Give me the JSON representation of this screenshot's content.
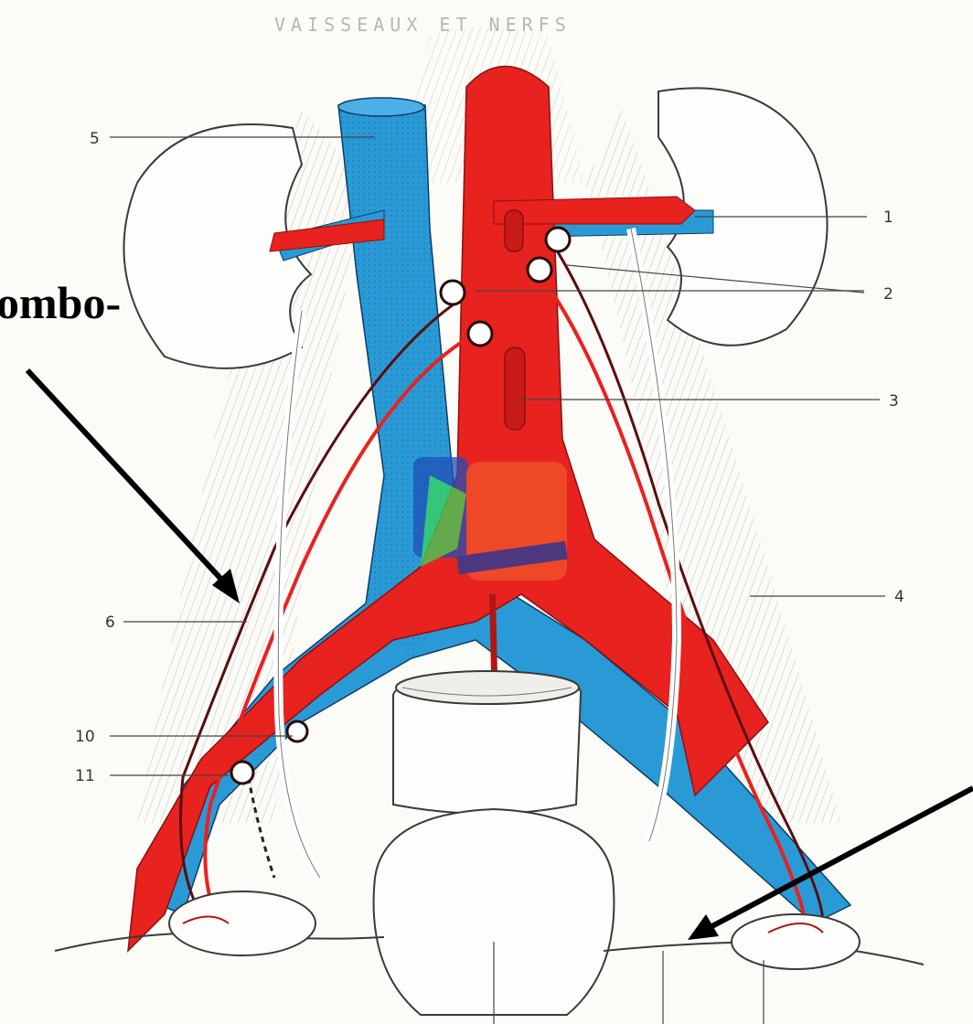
{
  "header_text": "VAISSEAUX ET NERFS",
  "side_label": "ombo-",
  "labels": {
    "l1": "1",
    "l2": "2",
    "l3": "3",
    "l4": "4",
    "l5": "5",
    "l6": "6",
    "l10": "10",
    "l11": "11"
  },
  "colors": {
    "artery": "#e8221f",
    "vein": "#2a9ad6",
    "outline": "#3a3a3a",
    "paper": "#fbfbf7"
  }
}
